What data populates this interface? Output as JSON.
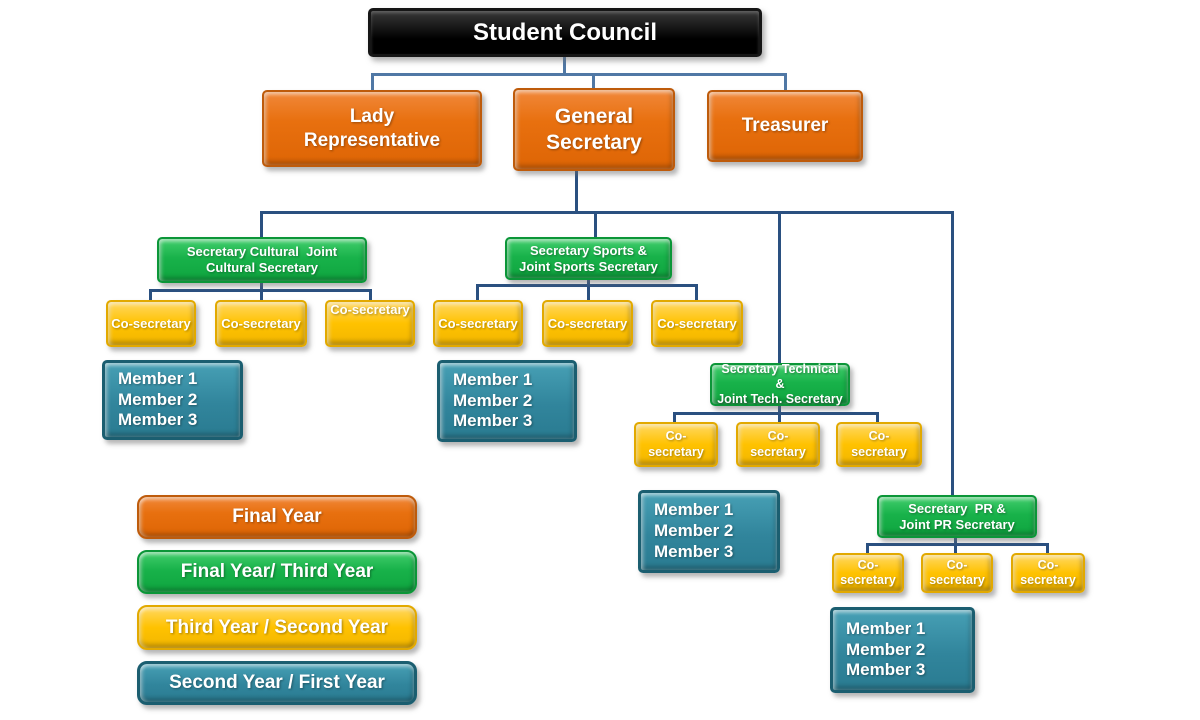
{
  "colors": {
    "orange": "#E8700F",
    "green": "#18B24A",
    "yellow": "#FFC200",
    "teal": "#31859C",
    "black": "#000000",
    "connector_top": "#5078A5",
    "connector_main": "#2A5080"
  },
  "chart": {
    "root": "Student Council",
    "level1": [
      {
        "label": "Lady\nRepresentative"
      },
      {
        "label": "General\nSecretary"
      },
      {
        "label": "Treasurer"
      }
    ],
    "branches": [
      {
        "secretary": "Secretary Cultural  Joint\nCultural Secretary",
        "co_secretaries": [
          "Co-secretary",
          "Co-secretary",
          "Co-secretary"
        ],
        "members": "Member 1\nMember 2\nMember 3"
      },
      {
        "secretary": "Secretary Sports &\nJoint Sports Secretary",
        "co_secretaries": [
          "Co-secretary",
          "Co-secretary",
          "Co-secretary"
        ],
        "members": "Member 1\nMember 2\nMember 3"
      },
      {
        "secretary": "Secretary Technical  &\nJoint Tech. Secretary",
        "co_secretaries": [
          "Co-secretary",
          "Co-secretary",
          "Co-secretary"
        ],
        "members": "Member 1\nMember 2\nMember 3"
      },
      {
        "secretary": "Secretary  PR &\nJoint PR Secretary",
        "co_secretaries": [
          "Co-\nsecretary",
          "Co-\nsecretary",
          "Co-\nsecretary"
        ],
        "members": "Member 1\nMember 2\nMember 3"
      }
    ],
    "legend": [
      {
        "label": "Final Year",
        "color": "orange"
      },
      {
        "label": "Final Year/ Third Year",
        "color": "green"
      },
      {
        "label": "Third Year / Second Year",
        "color": "yellow"
      },
      {
        "label": "Second Year / First Year",
        "color": "teal"
      }
    ]
  }
}
